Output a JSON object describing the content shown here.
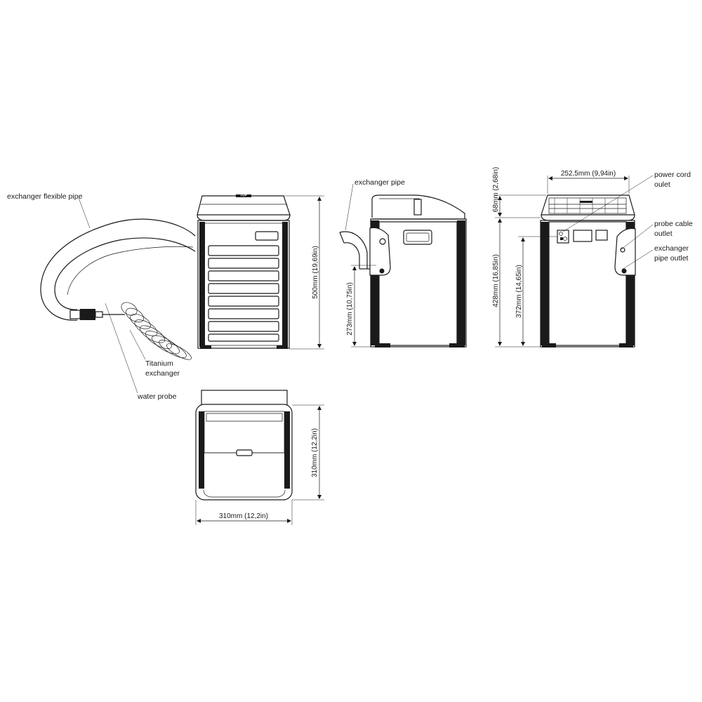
{
  "labels": {
    "flexible_pipe": "exchanger flexible pipe",
    "titanium_1": "Titanium",
    "titanium_2": "exchanger",
    "water_probe": "water probe",
    "top_mark": "TOP",
    "exchanger_pipe": "exchanger pipe",
    "power_cord_1": "power cord",
    "power_cord_2": "oulet",
    "probe_cable_1": "probe cable",
    "probe_cable_2": "outlet",
    "exchanger_outlet_1": "exchanger",
    "exchanger_outlet_2": "pipe outlet"
  },
  "dimensions": {
    "height_total": "500mm (19,69in)",
    "pipe_height": "273mm (10,75in)",
    "top_depth": "68mm (2,68in)",
    "body_height": "428mm (16,85in)",
    "outlet_height": "372mm (14,65in)",
    "back_width": "252,5mm (9,94in)",
    "top_view_depth": "310mm (12,2in)",
    "top_view_width": "310mm (12,2in)"
  }
}
